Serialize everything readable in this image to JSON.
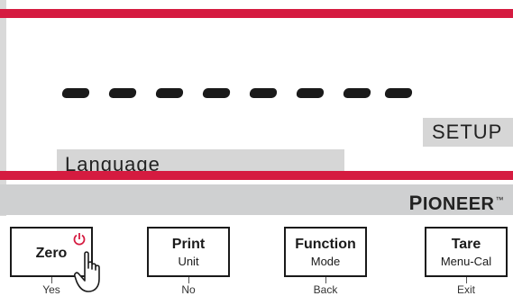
{
  "display": {
    "dash_count": 8,
    "mode_label": "SETUP",
    "menu_item": "Language"
  },
  "brand": {
    "name_first": "P",
    "name_rest": "IONEER",
    "trademark": "™"
  },
  "keys": [
    {
      "main": "Zero",
      "sub": "",
      "below": "Yes",
      "icon": "power-icon"
    },
    {
      "main": "Print",
      "sub": "Unit",
      "below": "No"
    },
    {
      "main": "Function",
      "sub": "Mode",
      "below": "Back"
    },
    {
      "main": "Tare",
      "sub": "Menu-Cal",
      "below": "Exit"
    }
  ],
  "colors": {
    "accent_red": "#d51b40",
    "display_highlight": "#d6d6d6",
    "brand_bar": "#cfd0d1"
  },
  "cursor": "hand-pointer-icon"
}
